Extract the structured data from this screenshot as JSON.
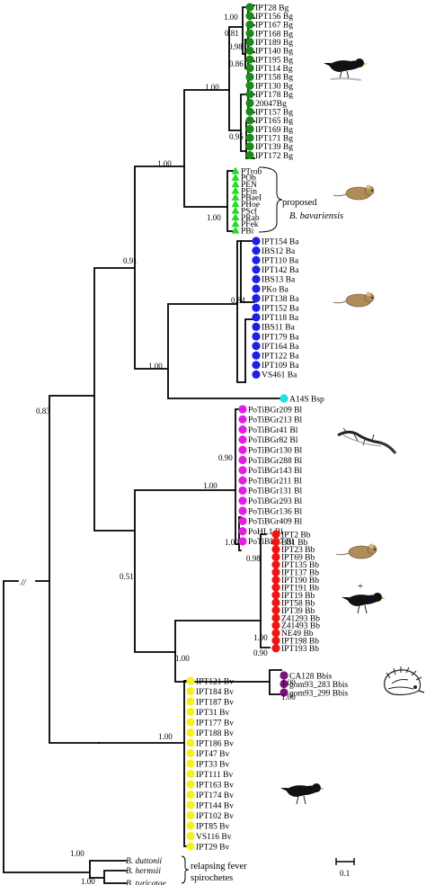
{
  "colors": {
    "bg": "#green",
    "blue": "#1f1fe6",
    "magenta": "#e21ee2",
    "red": "#ee1515",
    "purple": "#7a137a",
    "yellow": "#f8f01e",
    "cyan": "#1fe0e6",
    "light": "#22dd22",
    "green": "#1b8a1b"
  },
  "clades": {
    "bg": {
      "color": "#1b8a1b",
      "shape": "circle",
      "taxa": [
        "IPT28 Bg",
        "IPT156 Bg",
        "IPT167 Bg",
        "IPT168 Bg",
        "IPT189 Bg",
        "IPT140 Bg",
        "IPT195 Bg",
        "IPT114 Bg",
        "IPT158 Bg",
        "IPT130 Bg",
        "IPT178 Bg",
        "20047Bg",
        "IPT157 Bg",
        "IPT165 Bg",
        "IPT169 Bg",
        "IPT171 Bg",
        "IPT139 Bg",
        "IPT172 Bg"
      ]
    },
    "pb": {
      "color": "#22dd22",
      "shape": "triangle",
      "taxa": [
        "PTrob",
        "POb",
        "PEN",
        "PFin",
        "PBaeI",
        "PHoe",
        "PScf",
        "PRab",
        "PFek",
        "PBi"
      ]
    },
    "ba": {
      "color": "#1f1fe6",
      "shape": "circle",
      "taxa": [
        "IPT154 Ba",
        "IBS12 Ba",
        "IPT110 Ba",
        "IPT142 Ba",
        "IBS13 Ba",
        "PKo Ba",
        "IPT138 Ba",
        "IPT152 Ba",
        "IPT118 Ba",
        "IBS11 Ba",
        "IPT179 Ba",
        "IPT164 Ba",
        "IPT122 Ba",
        "IPT109 Ba",
        "VS461 Ba"
      ]
    },
    "bsp": {
      "color": "#1fe0e6",
      "shape": "circle",
      "taxa": [
        "A14S Bsp"
      ]
    },
    "bl": {
      "color": "#e21ee2",
      "shape": "circle",
      "taxa": [
        "PoTiBGr209 Bl",
        "PoTiBGr213 Bl",
        "PoTiBGr41 Bl",
        "PoTiBGr82 Bl",
        "PoTiBGr130 Bl",
        "PoTiBGr288 Bl",
        "PoTiBGr143 Bl",
        "PoTiBGr211 Bl",
        "PoTiBGr131 Bl",
        "PoTiBGr293 Bl",
        "PoTiBGr136 Bl",
        "PoTiBGr409 Bl",
        "PoHL1 Bl",
        "PoTiBL37 Bl"
      ]
    },
    "bb": {
      "color": "#ee1515",
      "shape": "circle",
      "taxa": [
        "IPT2 Bb",
        "B31 Bb",
        "IPT23 Bb",
        "IPT69 Bb",
        "IPT135 Bb",
        "IPT137 Bb",
        "IPT190 Bb",
        "IPT191 Bb",
        "IPT19 Bb",
        "IPT58 Bb",
        "IPT39 Bb",
        "Z41293 Bb",
        "Z41493 Bb",
        "NE49 Bb",
        "IPT198 Bb",
        "IPT193 Bb"
      ]
    },
    "bbis": {
      "color": "#7a137a",
      "shape": "circle",
      "taxa": [
        "CA128 Bbis",
        "gom93_283 Bbis",
        "gom93_299 Bbis"
      ]
    },
    "bv": {
      "color": "#f8f01e",
      "shape": "circle",
      "taxa": [
        "IPT121 Bv",
        "IPT184 Bv",
        "IPT187 Bv",
        "IPT31 Bv",
        "IPT177 Bv",
        "IPT188 Bv",
        "IPT186 Bv",
        "IPT47 Bv",
        "IPT33 Bv",
        "IPT111 Bv",
        "IPT163 Bv",
        "IPT174 Bv",
        "IPT144 Bv",
        "IPT102 Bv",
        "IPT85 Bv",
        "VS116 Bv",
        "IPT29 Bv"
      ]
    },
    "rf": {
      "taxa": [
        "B. duttonii",
        "B. hermsii",
        "B. turicatae"
      ]
    }
  },
  "bootstrap": {
    "b1_00_a": "1.00",
    "b0_81": "0.81",
    "b0_98": "0.98",
    "b0_86": "0.86",
    "b1_00_b": "1.00",
    "b0_95": "0.95",
    "b1_00_c": "1.00",
    "b1_00_d": "1.00",
    "b0_91": "0.91",
    "b0_84": "0.84",
    "b1_00_e": "1.00",
    "b0_83": "0.83",
    "b0_90": "0.90",
    "b1_00_f": "1.00",
    "b1_00_g": "1.00",
    "b0_98_b": "0.98",
    "b0_51": "0.51",
    "b1_00_h": "1.00",
    "b0_90_b": "0.90",
    "b1_00_i": "1.00",
    "b1_00_j": "1.00",
    "b1_00_k": "1.00",
    "b1_00_l": "1.00",
    "b1_00_m": "1.00"
  },
  "annotations": {
    "proposed": "proposed",
    "species": "B. bavariensis",
    "relapsing_line1": "relapsing fever",
    "relapsing_line2": "spirochetes",
    "root_break": "//",
    "plus": "+",
    "scale": "0.1"
  }
}
